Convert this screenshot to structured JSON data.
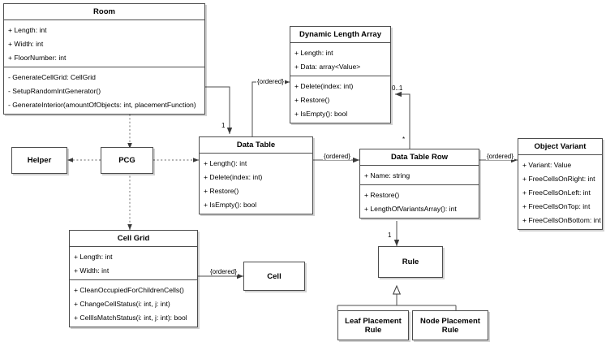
{
  "diagram": {
    "title": "UML Class Diagram",
    "type": "uml-class-diagram",
    "stroke_color": "#4d4d4d",
    "background": "#ffffff"
  },
  "classes": {
    "room": {
      "name": "Room",
      "attributes": [
        "+ Length: int",
        "+ Width: int",
        "+ FloorNumber: int"
      ],
      "methods": [
        "- GenerateCellGrid: CellGrid",
        "- SetupRandomIntGenerator()",
        "- GenerateInterior(amountOfObjects: int, placementFunction)"
      ]
    },
    "dynamic_length_array": {
      "name": "Dynamic Length Array",
      "attributes": [
        "+ Length: int",
        "+ Data: array<Value>"
      ],
      "methods": [
        "+ Delete(index: int)",
        "+ Restore()",
        "+ IsEmpty(): bool"
      ]
    },
    "data_table": {
      "name": "Data Table",
      "attributes": [],
      "methods": [
        "+ Length(): int",
        "+ Delete(index: int)",
        "+ Restore()",
        "+ IsEmpty(): bool"
      ]
    },
    "data_table_row": {
      "name": "Data Table Row",
      "attributes": [
        "+ Name: string"
      ],
      "methods": [
        "+ Restore()",
        "+ LengthOfVariantsArray(): int"
      ]
    },
    "object_variant": {
      "name": "Object Variant",
      "attributes": [
        "+ Variant: Value",
        "+ FreeCellsOnRight: int",
        "+ FreeCellsOnLeft: int",
        "+ FreeCellsOnTop: int",
        "+ FreeCellsOnBottom: int"
      ],
      "methods": []
    },
    "cell_grid": {
      "name": "Cell Grid",
      "attributes": [
        "+ Length: int",
        "+ Width: int"
      ],
      "methods": [
        "+ CleanOccupiedForChildrenCells()",
        "+ ChangeCellStatus(i: int, j: int)",
        "+ CellIsMatchStatus(i: int, j: int): bool"
      ]
    },
    "helper": {
      "name": "Helper",
      "attributes": [],
      "methods": []
    },
    "pcg": {
      "name": "PCG",
      "attributes": [],
      "methods": []
    },
    "cell": {
      "name": "Cell",
      "attributes": [],
      "methods": []
    },
    "rule": {
      "name": "Rule",
      "attributes": [],
      "methods": []
    },
    "leaf_placement_rule": {
      "name": "Leaf Placement\nRule",
      "line1": "Leaf Placement",
      "line2": "Rule"
    },
    "node_placement_rule": {
      "name": "Node Placement\nRule",
      "line1": "Node Placement",
      "line2": "Rule"
    }
  },
  "edge_labels": {
    "ordered_dla": "{ordered}",
    "ordered_dtr": "{ordered}",
    "ordered_ov": "{ordered}",
    "ordered_cell": "{ordered}"
  },
  "multiplicities": {
    "room_to_datatable": "1",
    "dla_to_datatablerow": "0..1",
    "datatablerow_star": "*",
    "datatablerow_to_rule": "1"
  }
}
